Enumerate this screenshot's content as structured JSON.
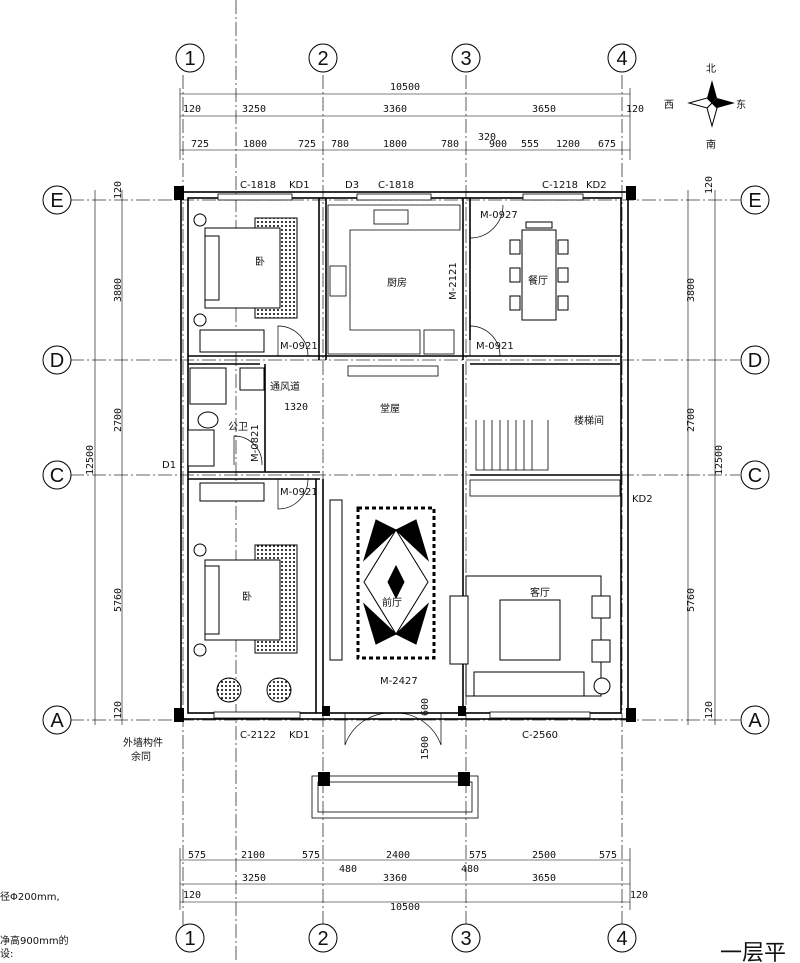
{
  "axes": {
    "columns": [
      "1",
      "2",
      "3",
      "4"
    ],
    "rows": [
      "E",
      "D",
      "C",
      "A"
    ]
  },
  "compass": {
    "north": "北",
    "south": "南",
    "east": "东",
    "west": "西"
  },
  "top_dims": {
    "overall": "10500",
    "bays": [
      "3250",
      "3360",
      "3650"
    ],
    "edge_left": "120",
    "edge_right": "120",
    "openings": [
      "725",
      "1800",
      "725",
      "780",
      "1800",
      "780",
      "900",
      "555",
      "1200",
      "675"
    ],
    "offset": "320"
  },
  "bottom_dims": {
    "openings": [
      "575",
      "2100",
      "575",
      "2400",
      "575",
      "2500",
      "575"
    ],
    "offsets": [
      "480",
      "480"
    ],
    "bays": [
      "3250",
      "3360",
      "3650"
    ],
    "overall": "10500",
    "edge_left": "120",
    "edge_right": "120"
  },
  "side_dims": {
    "bays": [
      "3800",
      "2700",
      "5760"
    ],
    "overall": "12500",
    "edges": [
      "120",
      "120"
    ]
  },
  "windows": {
    "c1818a": "C-1818",
    "kd1a": "KD1",
    "d3": "D3",
    "c1818b": "C-1818",
    "c1218": "C-1218",
    "kd2a": "KD2",
    "kd2b": "KD2",
    "d1": "D1",
    "c2122": "C-2122",
    "kd1b": "KD1",
    "c2560": "C-2560"
  },
  "doors": {
    "m0927": "M-0927",
    "m2121": "M-2121",
    "m0921a": "M-0921",
    "m0921b": "M-0921",
    "m0921c": "M-0921",
    "m0821": "M-0821",
    "m2427": "M-2427"
  },
  "rooms": {
    "kitchen": "厨房",
    "dining": "餐厅",
    "hall": "堂屋",
    "stair": "楼梯间",
    "bath": "公卫",
    "foyer": "前厅",
    "living": "客厅",
    "bed_top": "卧",
    "bed_bot": "卧"
  },
  "notes": {
    "k1320": "1320",
    "stair_dim": "1500",
    "step_dim": "600",
    "ext_parts": "外墙构件",
    "ext_parts2": "余同",
    "pipe": "通风道",
    "note1": "径Φ200mm,",
    "note2": "净高900mm的",
    "note3": "设:",
    "title": "一层平"
  }
}
